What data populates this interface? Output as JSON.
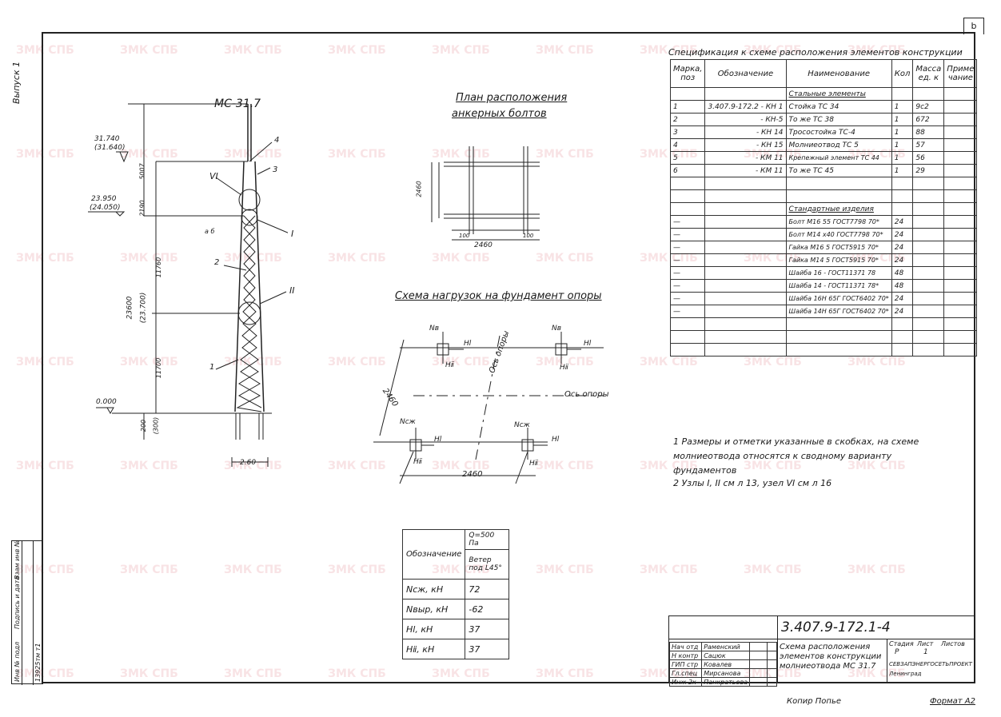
{
  "sheet_number": "b",
  "side_label": "Выпуск 1",
  "watermark": "ЗМК СПБ",
  "tower": {
    "title": "МС-31.7",
    "elev_top": "31.740",
    "elev_top_alt": "(31.640)",
    "elev_mid": "23.950",
    "elev_mid_alt": "(24.050)",
    "elev_total": "23600",
    "elev_total_alt": "(23.700)",
    "elev_zero": "0.000",
    "dim_5007": "5007",
    "dim_2190": "2190",
    "dim_11760": "11760",
    "dim_11700": "11700",
    "dim_200": "200",
    "dim_300": "(300)",
    "base_size": "2.60",
    "leaders": [
      "4",
      "3",
      "2",
      "1"
    ],
    "nodes": [
      "VI",
      "I",
      "II"
    ],
    "small_label": "а б"
  },
  "anchor_plan": {
    "title_line1": "План расположения",
    "title_line2": "анкерных болтов",
    "dim_2460": "2460",
    "dim_100": "100"
  },
  "load_scheme": {
    "title": "Схема нагрузок на фундамент опоры",
    "axis_label": "Ось опоры",
    "dim_2460": "2460",
    "labels": {
      "nv": "Nв",
      "hl": "Hⅼ",
      "hii": "Hⅱ",
      "ncж": "Nсж"
    }
  },
  "spec_table": {
    "title": "Спецификация к схеме расположения элементов конструкции",
    "headers": [
      "Марка, поз",
      "Обозначение",
      "Наименование",
      "Кол",
      "Масса ед. к",
      "Приме чание"
    ],
    "section_steel": "Стальные элементы",
    "rows": [
      {
        "pos": "1",
        "code": "3.407.9-172.2 - КН 1",
        "name": "Стойка      ТС 34",
        "qty": "1",
        "mass": "9с2"
      },
      {
        "pos": "2",
        "code": "- КН-5",
        "name": "То же       ТС 38",
        "qty": "1",
        "mass": "672"
      },
      {
        "pos": "3",
        "code": "- КН 14",
        "name": "Тросостойка  ТС-4",
        "qty": "1",
        "mass": "88"
      },
      {
        "pos": "4",
        "code": "- КН 15",
        "name": "Молниеотвод  ТС 5",
        "qty": "1",
        "mass": "57"
      },
      {
        "pos": "5",
        "code": "- КМ 11",
        "name": "Крепежный элемент ТС 44",
        "qty": "1",
        "mass": "56"
      },
      {
        "pos": "6",
        "code": "- КМ 11",
        "name": "То же       ТС 45",
        "qty": "1",
        "mass": "29"
      }
    ],
    "section_std": "Стандартные изделия",
    "std_rows": [
      {
        "pos": "—",
        "name": "Болт М16 55 ГОСТ7798 70*",
        "qty": "24"
      },
      {
        "pos": "—",
        "name": "Болт М14 х40 ГОСТ7798 70*",
        "qty": "24"
      },
      {
        "pos": "—",
        "name": "Гайка М16 5 ГОСТ5915 70*",
        "qty": "24"
      },
      {
        "pos": "—",
        "name": "Гайка М14 5 ГОСТ5915 70*",
        "qty": "24"
      },
      {
        "pos": "—",
        "name": "Шайба 16 - ГОСТ11371 78",
        "qty": "48"
      },
      {
        "pos": "—",
        "name": "Шайба 14 - ГОСТ11371 78*",
        "qty": "48"
      },
      {
        "pos": "—",
        "name": "Шайба 16Н 65Г ГОСТ6402 70*",
        "qty": "24"
      },
      {
        "pos": "—",
        "name": "Шайба 14Н 65Г ГОСТ6402 70*",
        "qty": "24"
      }
    ]
  },
  "notes": {
    "n1": "1  Размеры и отметки указанные в скобках, на схеме молниеотвода относятся к сводному варианту фундаментов",
    "n2": "2  Узлы I, II см л 13, узел VI см л 16"
  },
  "loads_table": {
    "h_name": "Обозначение",
    "h_q": "Q=500 Па",
    "h_wind": "Ветер под L45°",
    "rows": [
      {
        "name": "Nсж, кН",
        "value": "72"
      },
      {
        "name": "Nвыр, кН",
        "value": "-62"
      },
      {
        "name": "Hⅼ, кН",
        "value": "37"
      },
      {
        "name": "Hⅱ, кН",
        "value": "37"
      }
    ]
  },
  "title_block": {
    "code": "3.407.9-172.1-4",
    "desc": "Схема расположения элементов конструкции молниеотвода МС 31.7",
    "stage_h": "Стадия",
    "sheet_h": "Лист",
    "sheets_h": "Листов",
    "stage": "Р",
    "sheet": "1",
    "org": "СЕВЗАПЭНЕРГОСЕТЬПРОЕКТ Ленинград",
    "people": [
      {
        "role": "Нач отд",
        "name": "Раменский"
      },
      {
        "role": "Н контр",
        "name": "Сацюк"
      },
      {
        "role": "ГИП стр",
        "name": "Ковалев"
      },
      {
        "role": "Гл.спец",
        "name": "Мирсанова"
      },
      {
        "role": "Инж 2к",
        "name": "Панкратьева"
      }
    ]
  },
  "stamp": {
    "inv": "Инв № подл",
    "sign": "Подпись и дата",
    "vzam": "Взам инв №",
    "num": "13925тм т1"
  },
  "footer": {
    "copy": "Копир Попье",
    "format": "Формат А2"
  }
}
